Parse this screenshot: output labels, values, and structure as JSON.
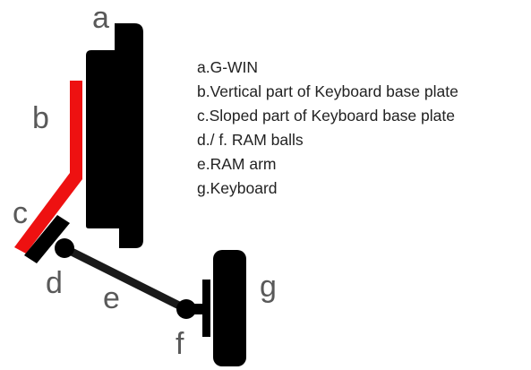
{
  "diagram": {
    "labels": {
      "a": "a",
      "b": "b",
      "c": "c",
      "d": "d",
      "e": "e",
      "f": "f",
      "g": "g"
    },
    "legend": [
      "a.G-WIN",
      "b.Vertical part of Keyboard base plate",
      "c.Sloped part of Keyboard base plate",
      "d./ f. RAM balls",
      "e.RAM arm",
      "g.Keyboard"
    ],
    "colors": {
      "device": "#000000",
      "base_plate": "#ee1111",
      "label_text": "#595959"
    }
  }
}
